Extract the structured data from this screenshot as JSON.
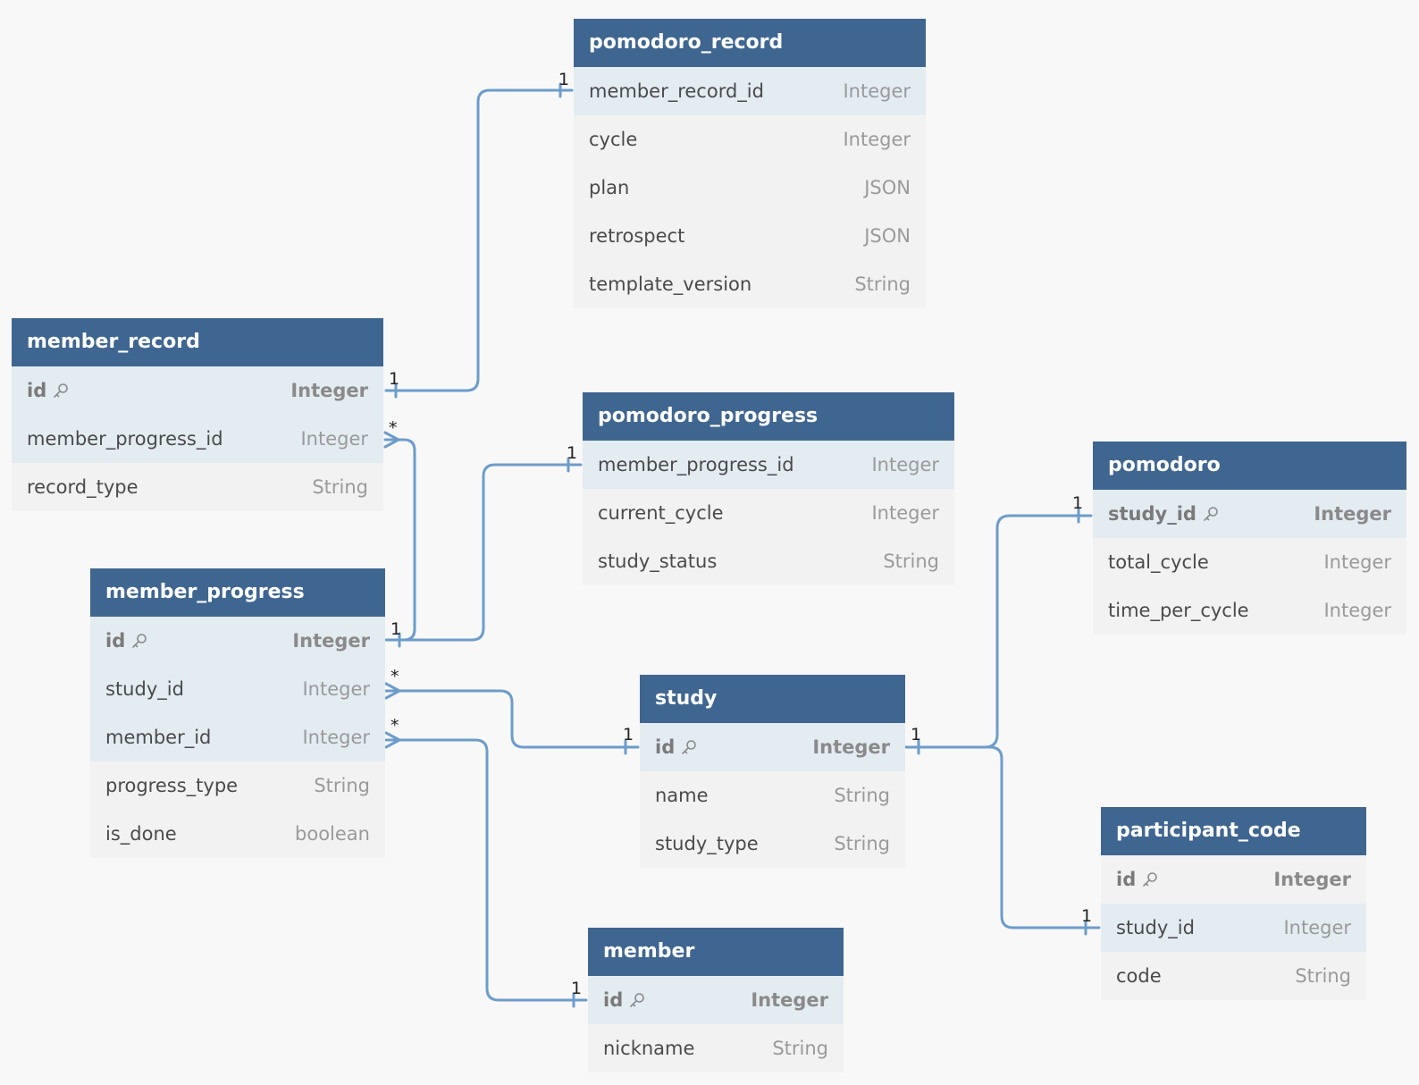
{
  "tables": {
    "pomodoro_record": {
      "name": "pomodoro_record",
      "fields": [
        {
          "name": "member_record_id",
          "type": "Integer"
        },
        {
          "name": "cycle",
          "type": "Integer"
        },
        {
          "name": "plan",
          "type": "JSON"
        },
        {
          "name": "retrospect",
          "type": "JSON"
        },
        {
          "name": "template_version",
          "type": "String"
        }
      ]
    },
    "member_record": {
      "name": "member_record",
      "fields": [
        {
          "name": "id",
          "type": "Integer"
        },
        {
          "name": "member_progress_id",
          "type": "Integer"
        },
        {
          "name": "record_type",
          "type": "String"
        }
      ]
    },
    "pomodoro_progress": {
      "name": "pomodoro_progress",
      "fields": [
        {
          "name": "member_progress_id",
          "type": "Integer"
        },
        {
          "name": "current_cycle",
          "type": "Integer"
        },
        {
          "name": "study_status",
          "type": "String"
        }
      ]
    },
    "pomodoro": {
      "name": "pomodoro",
      "fields": [
        {
          "name": "study_id",
          "type": "Integer"
        },
        {
          "name": "total_cycle",
          "type": "Integer"
        },
        {
          "name": "time_per_cycle",
          "type": "Integer"
        }
      ]
    },
    "member_progress": {
      "name": "member_progress",
      "fields": [
        {
          "name": "id",
          "type": "Integer"
        },
        {
          "name": "study_id",
          "type": "Integer"
        },
        {
          "name": "member_id",
          "type": "Integer"
        },
        {
          "name": "progress_type",
          "type": "String"
        },
        {
          "name": "is_done",
          "type": "boolean"
        }
      ]
    },
    "study": {
      "name": "study",
      "fields": [
        {
          "name": "id",
          "type": "Integer"
        },
        {
          "name": "name",
          "type": "String"
        },
        {
          "name": "study_type",
          "type": "String"
        }
      ]
    },
    "participant_code": {
      "name": "participant_code",
      "fields": [
        {
          "name": "id",
          "type": "Integer"
        },
        {
          "name": "study_id",
          "type": "Integer"
        },
        {
          "name": "code",
          "type": "String"
        }
      ]
    },
    "member": {
      "name": "member",
      "fields": [
        {
          "name": "id",
          "type": "Integer"
        },
        {
          "name": "nickname",
          "type": "String"
        }
      ]
    }
  },
  "cardinality": {
    "one": "1",
    "many": "*"
  },
  "colors": {
    "header": "#3f6691",
    "line": "#6d9ccc",
    "highlight_row": "#e3ecf1",
    "row": "#f2f2f2",
    "background": "#f8f8f8"
  },
  "icons": {
    "primary_key": "key-icon"
  }
}
